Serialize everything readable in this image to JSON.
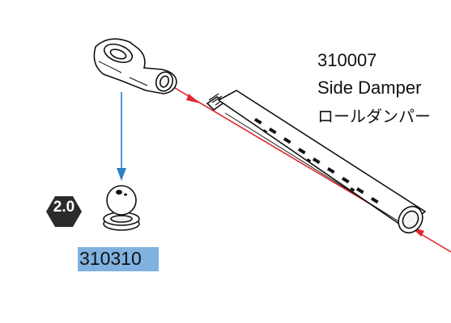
{
  "callout_main": {
    "part_number": "310007",
    "name_en": "Side Damper",
    "name_ja": "ロールダンパー"
  },
  "callout_ball": {
    "part_number": "310310",
    "highlight_color": "#7fb2e0"
  },
  "hex_badge": {
    "text": "2.0",
    "color": "#2b2b2b"
  },
  "colors": {
    "assembly_arrow": "#2f7fc8",
    "axis_line": "#e0262f",
    "outline": "#111111"
  }
}
